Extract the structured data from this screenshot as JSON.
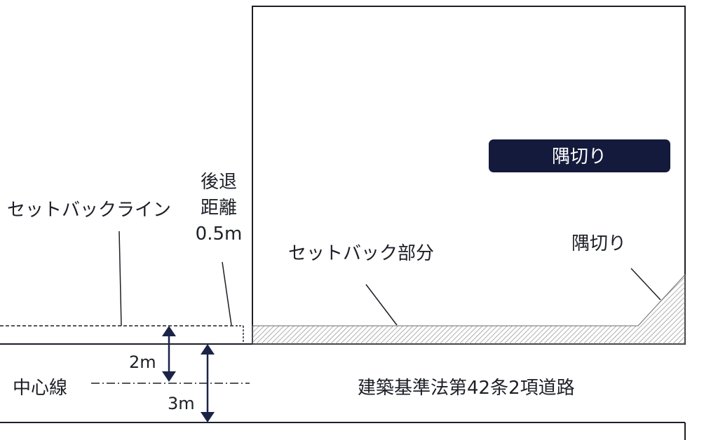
{
  "colors": {
    "line": "#1d1f27",
    "badge_bg": "#141a3c",
    "badge_text": "#ffffff",
    "arrow": "#1b2447",
    "hatch": "#8c8c8c"
  },
  "labels": {
    "setback_line": "セットバックライン",
    "retreat_line1": "後退",
    "retreat_line2": "距離",
    "retreat_value": "0.5m",
    "setback_part": "セットバック部分",
    "corner_cut": "隅切り",
    "corner_cut_badge": "隅切り",
    "center_line": "中心線",
    "road_name": "建築基準法第42条2項道路",
    "dist_2m": "2m",
    "dist_3m": "3m"
  }
}
